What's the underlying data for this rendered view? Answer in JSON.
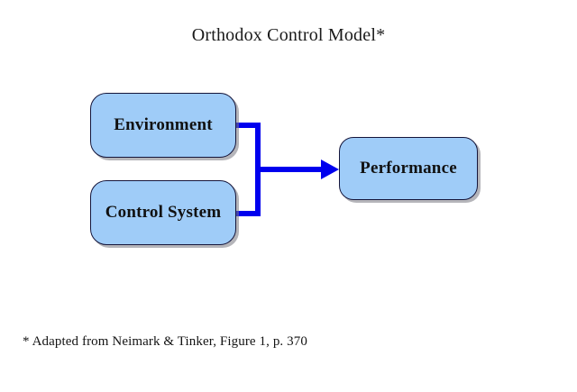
{
  "diagram": {
    "title": "Orthodox Control Model*",
    "footnote": "* Adapted from Neimark & Tinker, Figure 1, p. 370",
    "colors": {
      "node_fill": "#9FCCF8",
      "node_border": "#15153A",
      "connector": "#0000EE",
      "shadow": "#78788A",
      "text": "#111111",
      "background": "#FFFFFF"
    },
    "nodes": [
      {
        "id": "environment",
        "label": "Environment",
        "role": "input"
      },
      {
        "id": "control-system",
        "label": "Control System",
        "role": "input"
      },
      {
        "id": "performance",
        "label": "Performance",
        "role": "output"
      }
    ],
    "connectors": [
      {
        "id": "environment-to-performance",
        "from": "environment",
        "to": "performance",
        "style": "bracket-join-arrow"
      },
      {
        "id": "control-system-to-performance",
        "from": "control-system",
        "to": "performance",
        "style": "bracket-join-arrow"
      }
    ]
  }
}
